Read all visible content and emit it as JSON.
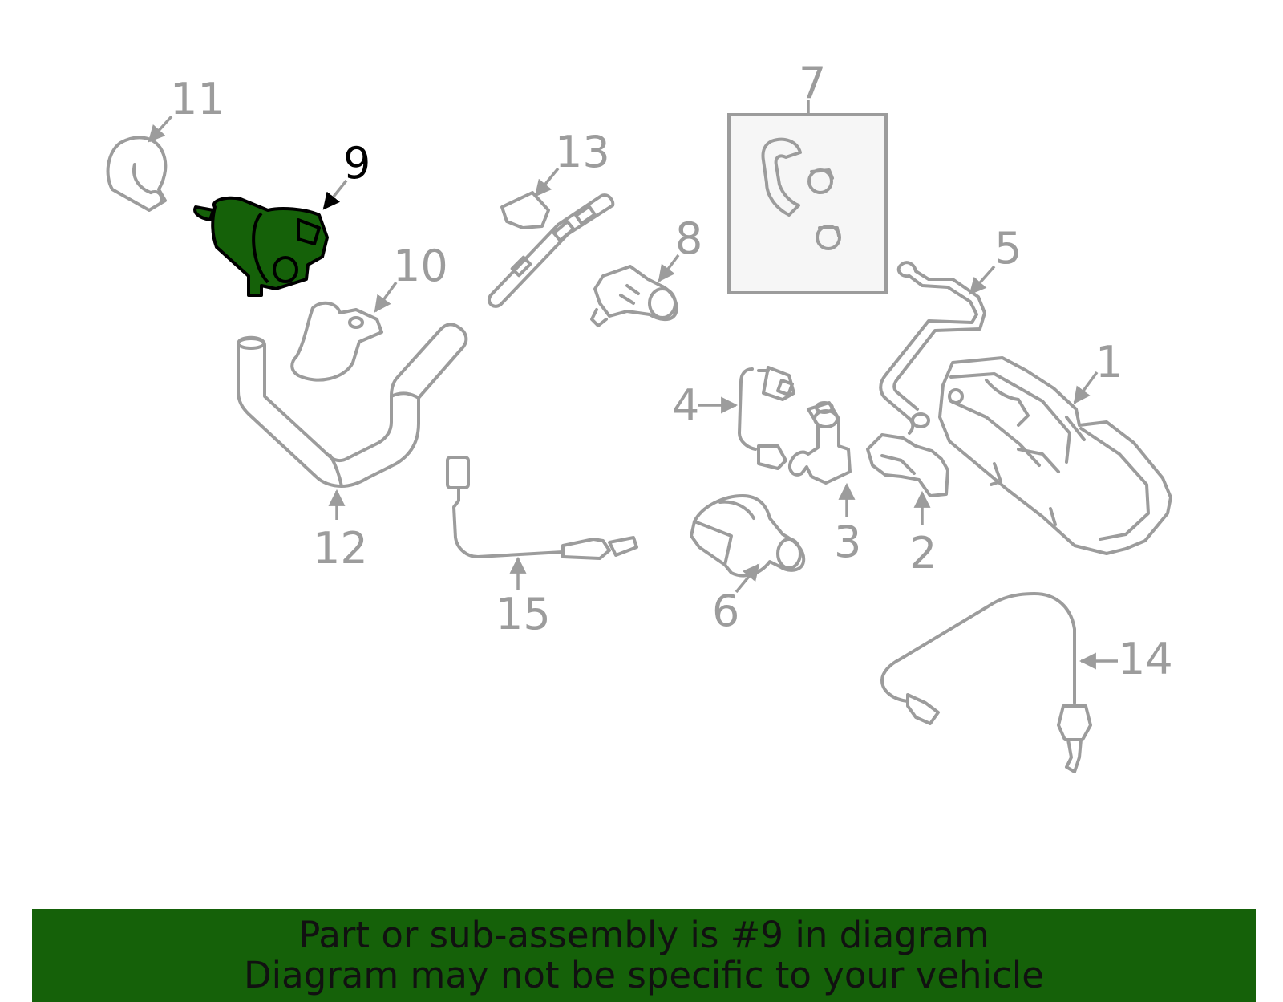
{
  "colors": {
    "highlight": "#156109",
    "muted": "#9c9c9c",
    "label_highlight": "#000000",
    "banner_bg": "#156109",
    "banner_text": "#111111"
  },
  "selected_part": "9",
  "callouts": [
    "1",
    "2",
    "3",
    "4",
    "5",
    "6",
    "7",
    "8",
    "9",
    "10",
    "11",
    "12",
    "13",
    "14",
    "15"
  ],
  "banner": {
    "line1": "Part or sub-assembly is #9 in diagram",
    "line2": "Diagram may not be specific to your vehicle"
  }
}
